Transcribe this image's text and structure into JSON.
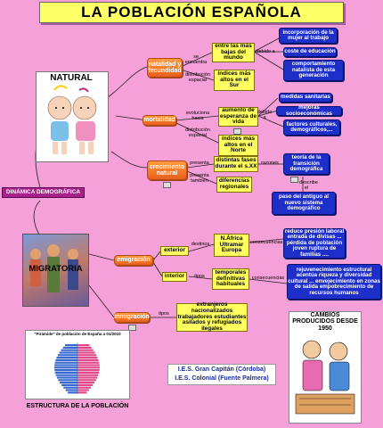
{
  "title": "LA POBLACIÓN ESPAÑOLA",
  "main_node": "DINÁMICA DEMOGRÁFICA",
  "natural": {
    "label": "NATURAL",
    "natalidad": "natalidad y fecundidad",
    "se_encuentra": "se encuentra",
    "distribucion_espacial": "distribución espacial",
    "entre_bajas": "entre las más bajas del mundo",
    "indices_altos_sur": "índices más altos en el Sur",
    "debido_a": "debido a",
    "causas_natalidad": [
      "incorporación de la mujer al trabajo",
      "coste de educación",
      "comportamiento natalista de esta generación"
    ],
    "mortalidad": "mortalidad",
    "evoluciona_hacia": "evoluciona hacia",
    "distribucion_espacial_2": "distribución espacial",
    "aumento_esperanza": "aumento de esperanza de vida",
    "indices_altos_norte": "índices más altos en el Norte",
    "debido_a_2": "debido a",
    "causas_mortalidad": [
      "medidas sanitarias",
      "mejoras socioeconómicas",
      "factores culturales, demográficos,..."
    ],
    "crecimiento": "crecimiento natural",
    "presenta": "presenta",
    "presenta_tambien": "presenta también",
    "fases": "distintas fases durante el s.XX",
    "diferencias": "diferencias regionales",
    "razones": "razones",
    "teoria": "teoría de la transición demográfica",
    "describe_el": "describe el",
    "paso": "paso del antiguo al nuevo sistema demográfico"
  },
  "migratoria": {
    "label": "MIGRATORIA",
    "emigracion": "emigración",
    "exterior": "exterior",
    "destinos": "destinos",
    "destinos_list": "N.África Ultramar Europa",
    "consecuencias": "consecuencias",
    "consecuencias_ext": "reduce presión laboral entrada de divisas ... pérdida de población joven ruptura de familias ....",
    "interior": "interior",
    "tipos": "tipos",
    "temporales": "temporales definitivas habituales",
    "consecuencias_2": "consecuencias",
    "consecuencias_int": "rejuvenecimiento estructural acentúa riqueza y diversidad cultural ... envejecimiento en zonas de salida empobrecimiento de recursos humanos",
    "inmigracion": "inmigración",
    "tipos_2": "tipos",
    "inmigrantes": "extranjeros nacionalizados trabajadores estudiantes asilados y refugiados ilegales"
  },
  "pyramid": {
    "title": "\"Pirámide\" de población de España a 01/2010",
    "caption": "ESTRUCTURA DE LA POBLACIÓN"
  },
  "cartoon": {
    "caption": "CAMBIOS PRODUCIDOS DESDE 1950"
  },
  "credits": [
    "I.E.S. Gran Capitán (Córdoba)",
    "I.E.S. Colonial (Fuente Palmera)"
  ],
  "colors": {
    "background": "#f5a0d8",
    "orange": "#ef7a2a",
    "yellow": "#ffff60",
    "blue": "#1e2ec8",
    "title_bg": "#ffff66"
  }
}
